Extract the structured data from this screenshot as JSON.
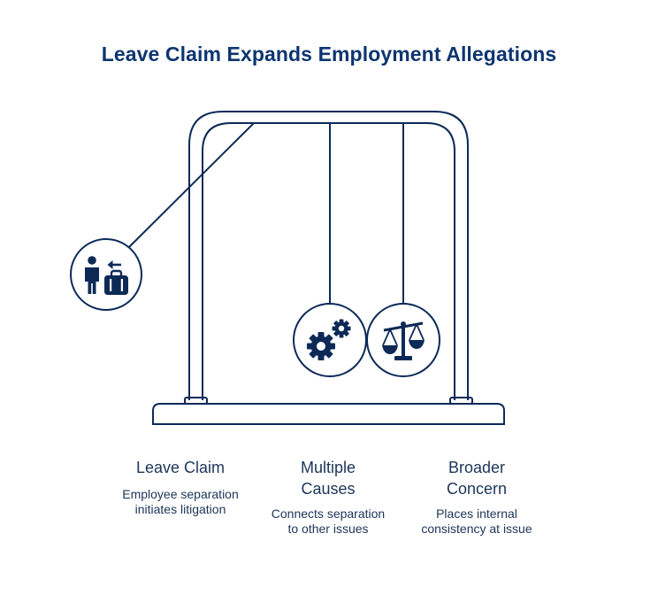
{
  "title": "Leave Claim Expands Employment Allegations",
  "colors": {
    "navy": "#0d2a57",
    "title": "#0d3570",
    "text": "#1c3557",
    "background": "#ffffff"
  },
  "items": [
    {
      "icon": "person-luggage-icon",
      "head_line1": "Leave Claim",
      "head_line2": "",
      "desc_line1": "Employee separation",
      "desc_line2": "initiates litigation"
    },
    {
      "icon": "gears-icon",
      "head_line1": "Multiple",
      "head_line2": "Causes",
      "desc_line1": "Connects separation",
      "desc_line2": "to other issues"
    },
    {
      "icon": "scales-icon",
      "head_line1": "Broader",
      "head_line2": "Concern",
      "desc_line1": "Places internal",
      "desc_line2": "consistency at issue"
    }
  ]
}
